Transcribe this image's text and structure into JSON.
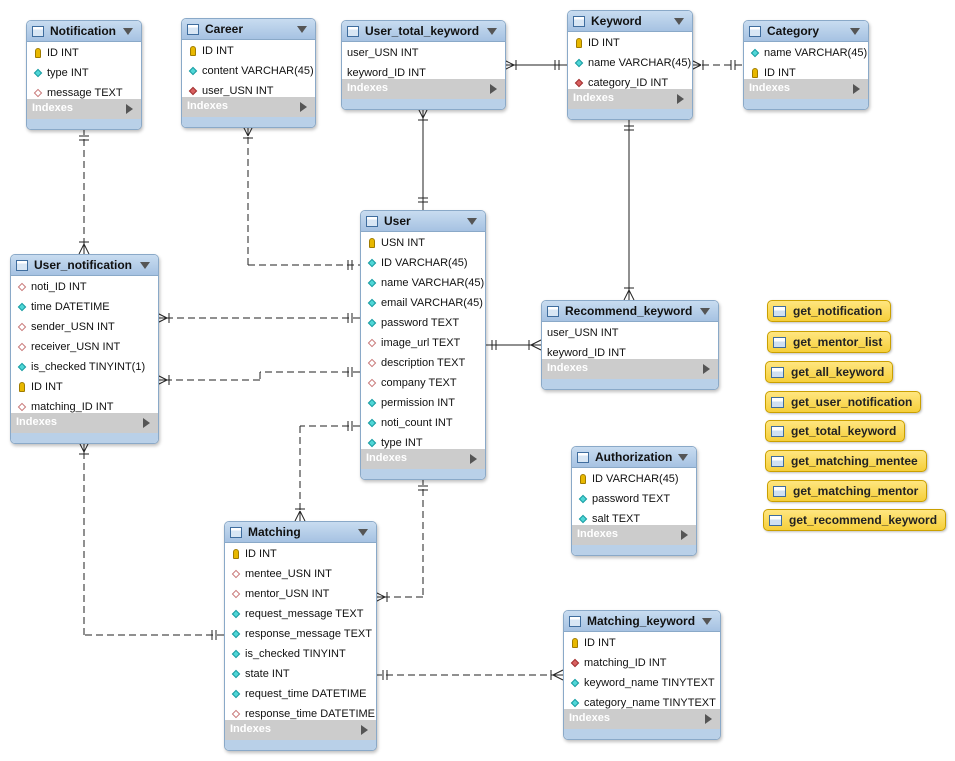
{
  "colors": {
    "header_bg": "#b4cde8",
    "routine_bg": "#f6cf3a",
    "key_icon": "#e8b800",
    "column_icon": "#4fd6d6",
    "fk_icon": "#d86060"
  },
  "footer_label": "Indexes",
  "tables": [
    {
      "id": "notification",
      "name": "Notification",
      "columns": [
        {
          "text": "ID INT",
          "marker": "key-icon"
        },
        {
          "text": "type INT",
          "marker": "column-diamond-icon"
        },
        {
          "text": "message TEXT",
          "marker": "nullable-diamond-icon"
        }
      ]
    },
    {
      "id": "career",
      "name": "Career",
      "columns": [
        {
          "text": "ID INT",
          "marker": "key-icon"
        },
        {
          "text": "content VARCHAR(45)",
          "marker": "column-diamond-icon"
        },
        {
          "text": "user_USN INT",
          "marker": "foreign-key-icon"
        }
      ]
    },
    {
      "id": "user_total_keyword",
      "name": "User_total_keyword",
      "columns": [
        {
          "text": "user_USN INT",
          "marker": ""
        },
        {
          "text": "keyword_ID INT",
          "marker": ""
        }
      ]
    },
    {
      "id": "keyword",
      "name": "Keyword",
      "columns": [
        {
          "text": "ID INT",
          "marker": "key-icon"
        },
        {
          "text": "name VARCHAR(45)",
          "marker": "column-diamond-icon"
        },
        {
          "text": "category_ID INT",
          "marker": "foreign-key-icon"
        }
      ]
    },
    {
      "id": "category",
      "name": "Category",
      "columns": [
        {
          "text": "name VARCHAR(45)",
          "marker": "column-diamond-icon"
        },
        {
          "text": "ID INT",
          "marker": "key-icon"
        }
      ]
    },
    {
      "id": "user",
      "name": "User",
      "columns": [
        {
          "text": "USN INT",
          "marker": "key-icon"
        },
        {
          "text": "ID VARCHAR(45)",
          "marker": "column-diamond-icon"
        },
        {
          "text": "name VARCHAR(45)",
          "marker": "column-diamond-icon"
        },
        {
          "text": "email VARCHAR(45)",
          "marker": "column-diamond-icon"
        },
        {
          "text": "password TEXT",
          "marker": "column-diamond-icon"
        },
        {
          "text": "image_url TEXT",
          "marker": "nullable-diamond-icon"
        },
        {
          "text": "description TEXT",
          "marker": "nullable-diamond-icon"
        },
        {
          "text": "company TEXT",
          "marker": "nullable-diamond-icon"
        },
        {
          "text": "permission INT",
          "marker": "column-diamond-icon"
        },
        {
          "text": "noti_count INT",
          "marker": "column-diamond-icon"
        },
        {
          "text": "type INT",
          "marker": "column-diamond-icon"
        }
      ]
    },
    {
      "id": "user_notification",
      "name": "User_notification",
      "columns": [
        {
          "text": "noti_ID INT",
          "marker": "nullable-diamond-icon"
        },
        {
          "text": "time DATETIME",
          "marker": "column-diamond-icon"
        },
        {
          "text": "sender_USN INT",
          "marker": "nullable-diamond-icon"
        },
        {
          "text": "receiver_USN INT",
          "marker": "nullable-diamond-icon"
        },
        {
          "text": "is_checked TINYINT(1)",
          "marker": "column-diamond-icon"
        },
        {
          "text": "ID INT",
          "marker": "key-icon"
        },
        {
          "text": "matching_ID INT",
          "marker": "nullable-diamond-icon"
        }
      ]
    },
    {
      "id": "recommend_keyword",
      "name": "Recommend_keyword",
      "columns": [
        {
          "text": "user_USN INT",
          "marker": ""
        },
        {
          "text": "keyword_ID INT",
          "marker": ""
        }
      ]
    },
    {
      "id": "authorization",
      "name": "Authorization",
      "columns": [
        {
          "text": "ID VARCHAR(45)",
          "marker": "key-icon"
        },
        {
          "text": "password TEXT",
          "marker": "column-diamond-icon"
        },
        {
          "text": "salt TEXT",
          "marker": "column-diamond-icon"
        }
      ]
    },
    {
      "id": "matching",
      "name": "Matching",
      "columns": [
        {
          "text": "ID INT",
          "marker": "key-icon"
        },
        {
          "text": "mentee_USN INT",
          "marker": "nullable-diamond-icon"
        },
        {
          "text": "mentor_USN INT",
          "marker": "nullable-diamond-icon"
        },
        {
          "text": "request_message TEXT",
          "marker": "column-diamond-icon"
        },
        {
          "text": "response_message TEXT",
          "marker": "column-diamond-icon"
        },
        {
          "text": "is_checked TINYINT",
          "marker": "column-diamond-icon"
        },
        {
          "text": "state INT",
          "marker": "column-diamond-icon"
        },
        {
          "text": "request_time DATETIME",
          "marker": "column-diamond-icon"
        },
        {
          "text": "response_time DATETIME",
          "marker": "nullable-diamond-icon"
        }
      ]
    },
    {
      "id": "matching_keyword",
      "name": "Matching_keyword",
      "columns": [
        {
          "text": "ID INT",
          "marker": "key-icon"
        },
        {
          "text": "matching_ID INT",
          "marker": "foreign-key-icon"
        },
        {
          "text": "keyword_name TINYTEXT",
          "marker": "column-diamond-icon"
        },
        {
          "text": "category_name TINYTEXT",
          "marker": "column-diamond-icon"
        }
      ]
    }
  ],
  "routines": [
    "get_notification",
    "get_mentor_list",
    "get_all_keyword",
    "get_user_notification",
    "get_total_keyword",
    "get_matching_mentee",
    "get_matching_mentor",
    "get_recommend_keyword"
  ],
  "relationships": [
    {
      "from": "Notification",
      "to": "User_notification",
      "style": "dashed",
      "from_end": "one",
      "to_end": "many"
    },
    {
      "from": "Career",
      "to": "User",
      "style": "dashed",
      "from_end": "many",
      "to_end": "one"
    },
    {
      "from": "User_total_keyword",
      "to": "User",
      "style": "solid",
      "from_end": "many",
      "to_end": "one"
    },
    {
      "from": "User_total_keyword",
      "to": "Keyword",
      "style": "solid",
      "from_end": "many",
      "to_end": "one"
    },
    {
      "from": "Keyword",
      "to": "Category",
      "style": "dashed",
      "from_end": "many",
      "to_end": "one"
    },
    {
      "from": "Keyword",
      "to": "Recommend_keyword",
      "style": "solid",
      "from_end": "one",
      "to_end": "many"
    },
    {
      "from": "User",
      "to": "Recommend_keyword",
      "style": "solid",
      "from_end": "one",
      "to_end": "many"
    },
    {
      "from": "User",
      "to": "User_notification",
      "style": "dashed",
      "from_end": "one",
      "to_end": "many"
    },
    {
      "from": "User",
      "to": "User_notification",
      "style": "dashed",
      "from_end": "one",
      "to_end": "many"
    },
    {
      "from": "User",
      "to": "Matching",
      "style": "dashed",
      "from_end": "one",
      "to_end": "many"
    },
    {
      "from": "User",
      "to": "Matching",
      "style": "dashed",
      "from_end": "one",
      "to_end": "many"
    },
    {
      "from": "Matching",
      "to": "User_notification",
      "style": "dashed",
      "from_end": "one",
      "to_end": "many"
    },
    {
      "from": "Matching",
      "to": "Matching_keyword",
      "style": "dashed",
      "from_end": "one",
      "to_end": "many"
    }
  ]
}
